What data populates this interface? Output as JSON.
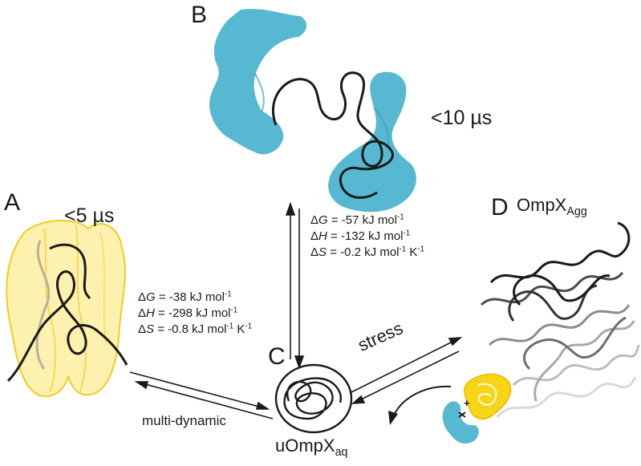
{
  "panels": {
    "a": {
      "letter": "A",
      "timescale": "<5 µs"
    },
    "b": {
      "letter": "B",
      "timescale": "<10 µs"
    },
    "c": {
      "letter": "C",
      "state_base": "uOmpX",
      "state_sub": "aq"
    },
    "d": {
      "letter": "D",
      "state_base": "OmpX",
      "state_sub": "Agg"
    }
  },
  "labels": {
    "multi_dynamic": "multi-dynamic",
    "stress": "stress",
    "plus": "+"
  },
  "thermo_bc": {
    "dg_prefix": "Δ",
    "dg_symbol": "G",
    "dg_value": " = -57 kJ mol",
    "dg_exp": "-1",
    "dh_prefix": "Δ",
    "dh_symbol": "H",
    "dh_value": " = -132 kJ mol",
    "dh_exp": "-1",
    "ds_prefix": "Δ",
    "ds_symbol": "S",
    "ds_value": " = -0.2 kJ mol",
    "ds_exp1": "-1",
    "ds_unit2": " K",
    "ds_exp2": "-1"
  },
  "thermo_ac": {
    "dg_prefix": "Δ",
    "dg_symbol": "G",
    "dg_value": " = -38 kJ mol",
    "dg_exp": "-1",
    "dh_prefix": "Δ",
    "dh_symbol": "H",
    "dh_value": " = -298 kJ mol",
    "dh_exp": "-1",
    "ds_prefix": "Δ",
    "ds_symbol": "S",
    "ds_value": " = -0.8 kJ mol",
    "ds_exp1": "-1",
    "ds_unit2": " K",
    "ds_exp2": "-1"
  },
  "colors": {
    "chaperone_a_fill": "#fdeea2",
    "chaperone_a_stroke": "#f2cc20",
    "chaperone_b_fill": "#57b8d2",
    "chain": "#1a1a1a"
  }
}
